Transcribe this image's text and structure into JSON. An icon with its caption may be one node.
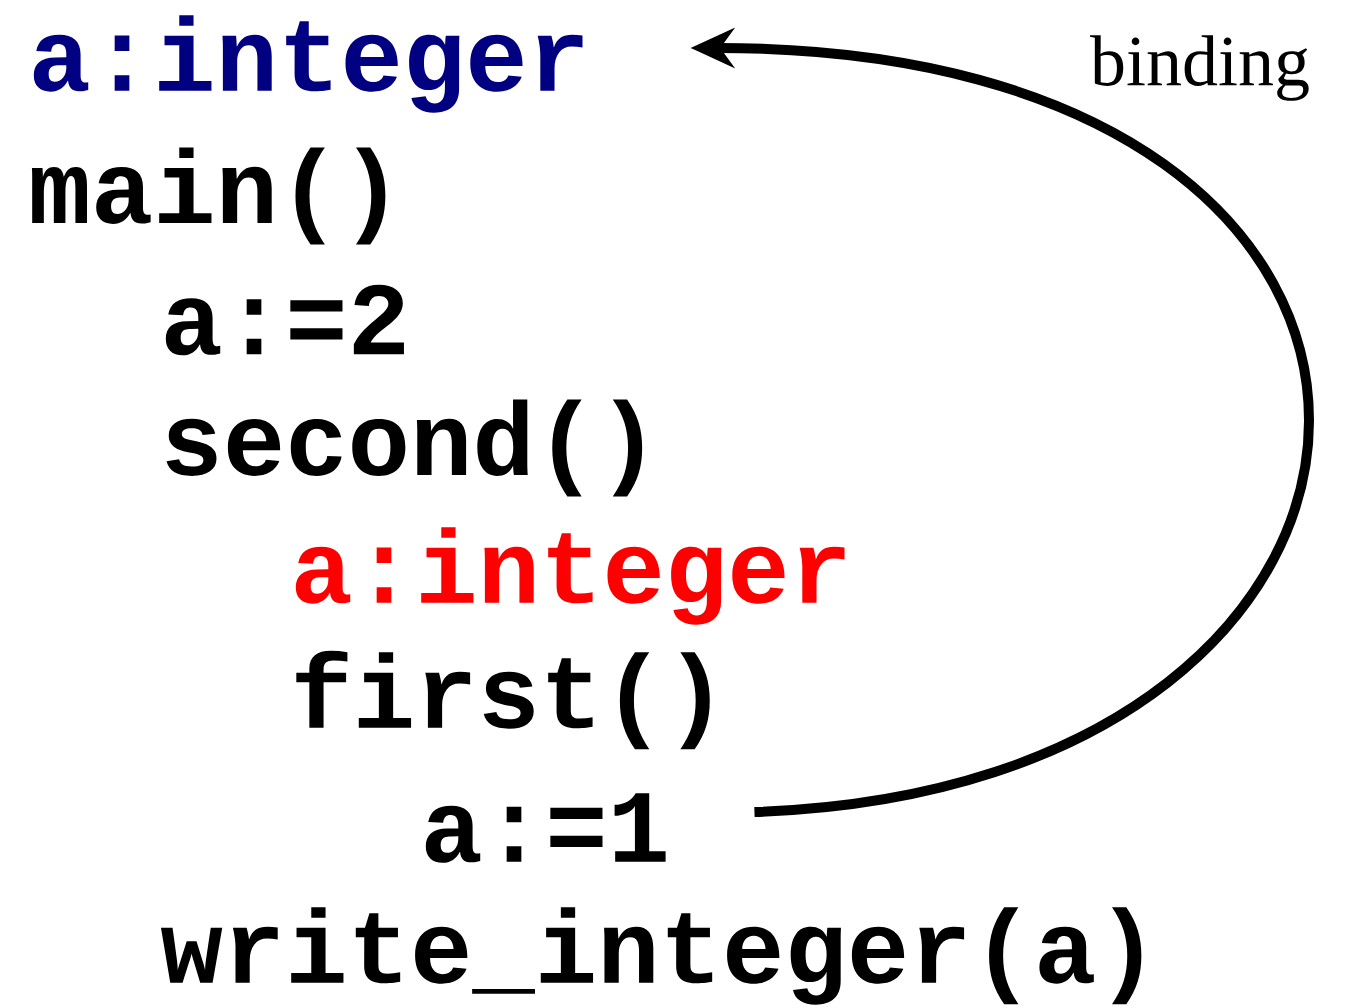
{
  "diagram": {
    "nodes": [
      {
        "text": [
          "a:integer"
        ]
      },
      {
        "text": [
          "a:=1"
        ]
      }
    ],
    "edges": [
      {
        "from": 1,
        "to": 0,
        "arrow": "to",
        "label": "binding"
      }
    ],
    "labels": [
      "main()",
      "a:=2",
      "second()",
      "a:integer",
      "first()",
      "write_integer(a)"
    ]
  }
}
